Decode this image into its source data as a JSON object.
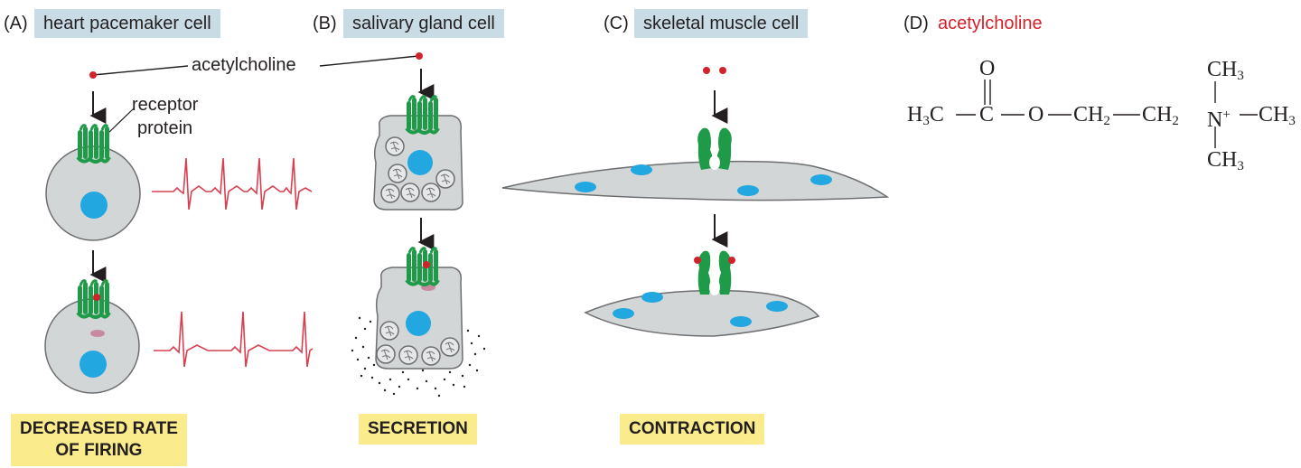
{
  "panels": {
    "a": {
      "letter": "(A)",
      "title": "heart pacemaker cell",
      "outcome_line1": "DECREASED RATE",
      "outcome_line2": "OF FIRING"
    },
    "b": {
      "letter": "(B)",
      "title": "salivary gland cell",
      "outcome": "SECRETION"
    },
    "c": {
      "letter": "(C)",
      "title": "skeletal muscle cell",
      "outcome": "CONTRACTION"
    },
    "d": {
      "letter": "(D)",
      "title": "acetylcholine"
    }
  },
  "labels": {
    "ligand": "acetylcholine",
    "receptor_line1": "receptor",
    "receptor_line2": "protein"
  },
  "formula": {
    "h3c_main": "H",
    "h3c_sub": "3",
    "h3c_tail": "C",
    "carbonyl_c": "C",
    "carbonyl_o": "O",
    "ester_o": "O",
    "ch2_main": "CH",
    "ch2_sub": "2",
    "n_main": "N",
    "n_charge": "+",
    "ch3_main": "CH",
    "ch3_sub": "3"
  },
  "colors": {
    "tag_blue": "#c9dce6",
    "tag_yellow": "#faeb8c",
    "receptor_green": "#1f9a48",
    "cell_gray": "#d3d6d6",
    "nucleus_blue": "#22a7e0",
    "ligand_red": "#d2232a",
    "ecg_pink": "#d9404f"
  }
}
